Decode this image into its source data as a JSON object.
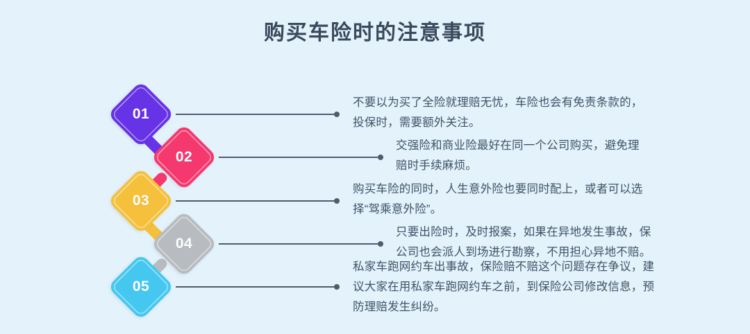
{
  "title": "购买车险时的注意事项",
  "theme": {
    "background": "#e3f2fb",
    "title_color": "#3a4a5c",
    "body_text_color": "#3f5366",
    "line_color": "#4e5d6e"
  },
  "items": [
    {
      "number": "01",
      "color": "#6633e6",
      "text": "不要以为买了全险就理赔无忧，车险也会有免责条款的，\n投保时，需要额外关注。"
    },
    {
      "number": "02",
      "color": "#f5396e",
      "text": "交强险和商业险最好在同一个公司购买，避免理\n赔时手续麻烦。"
    },
    {
      "number": "03",
      "color": "#f5c13d",
      "text": "购买车险的同时，人生意外险也要同时配上，或者可以选\n择“驾乘意外险”。"
    },
    {
      "number": "04",
      "color": "#b8bcc0",
      "text": "只要出险时，及时报案，如果在异地发生事故，保\n公司也会派人到场进行勘察，不用担心异地不赔。"
    },
    {
      "number": "05",
      "color": "#45c8f0",
      "text": "私家车跑网约车出事故，保险赔不赔这个问题存在争议，建\n议大家在用私家车跑网约车之前，到保险公司修改信息，预\n防理赔发生纠纷。"
    }
  ]
}
